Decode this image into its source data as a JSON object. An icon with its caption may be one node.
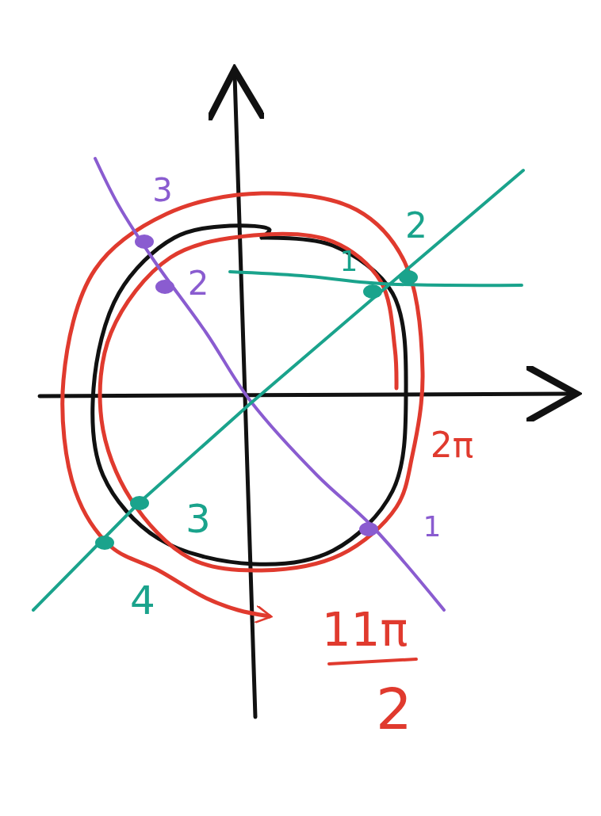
{
  "diagram": {
    "labels": [
      "3",
      "1",
      "2",
      "2",
      "2π",
      "3",
      "1",
      "4",
      "11π",
      "2"
    ]
  }
}
